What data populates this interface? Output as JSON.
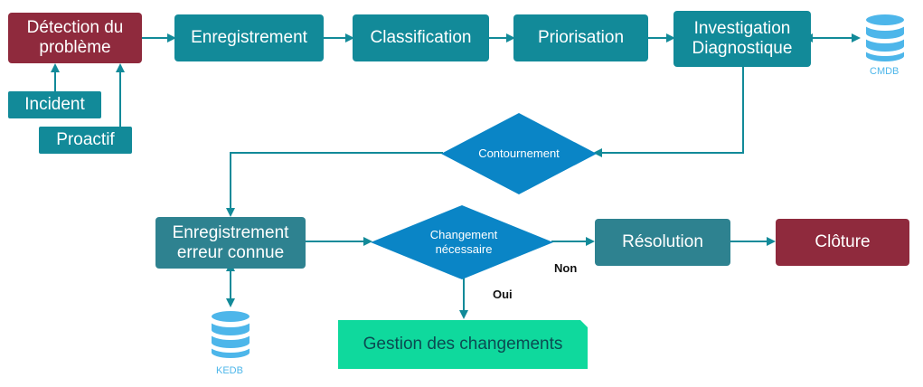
{
  "nodes": {
    "detection": "Détection du problème",
    "incident": "Incident",
    "proactif": "Proactif",
    "enregistrement": "Enregistrement",
    "classification": "Classification",
    "priorisation": "Priorisation",
    "investigation": "Investigation Diagnostique",
    "contournement": "Contournement",
    "enregistrement_erreur": "Enregistrement erreur connue",
    "changement": "Changement nécessaire",
    "resolution": "Résolution",
    "cloture": "Clôture",
    "gestion": "Gestion des changements"
  },
  "databases": {
    "cmdb": "CMDB",
    "kedb": "KEDB"
  },
  "edge_labels": {
    "non": "Non",
    "oui": "Oui"
  },
  "colors": {
    "teal": "#128a99",
    "dark_red": "#8f2a3d",
    "diamond_blue": "#0a85c6",
    "db_blue": "#4db6ea",
    "green": "#0fd99d"
  }
}
